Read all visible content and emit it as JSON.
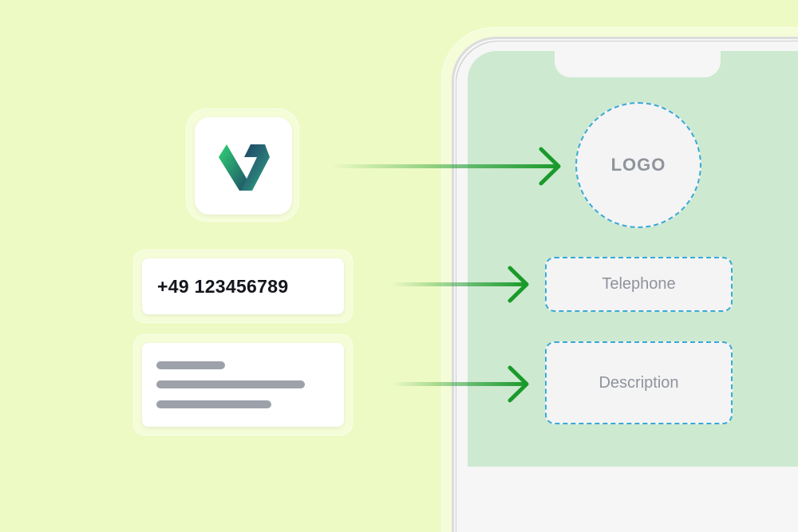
{
  "logo_card": {
    "icon": "brand-v-logo"
  },
  "telephone_card": {
    "value": "+49 123456789"
  },
  "description_card": {
    "icon": "text-lines-placeholder"
  },
  "phone": {
    "logo_placeholder": "LOGO",
    "telephone_placeholder": "Telephone",
    "description_placeholder": "Description"
  },
  "colors": {
    "background": "#eefac4",
    "screen": "#cde9d0",
    "arrow": "#1a9a2a",
    "dashed": "#3aa9d6"
  }
}
